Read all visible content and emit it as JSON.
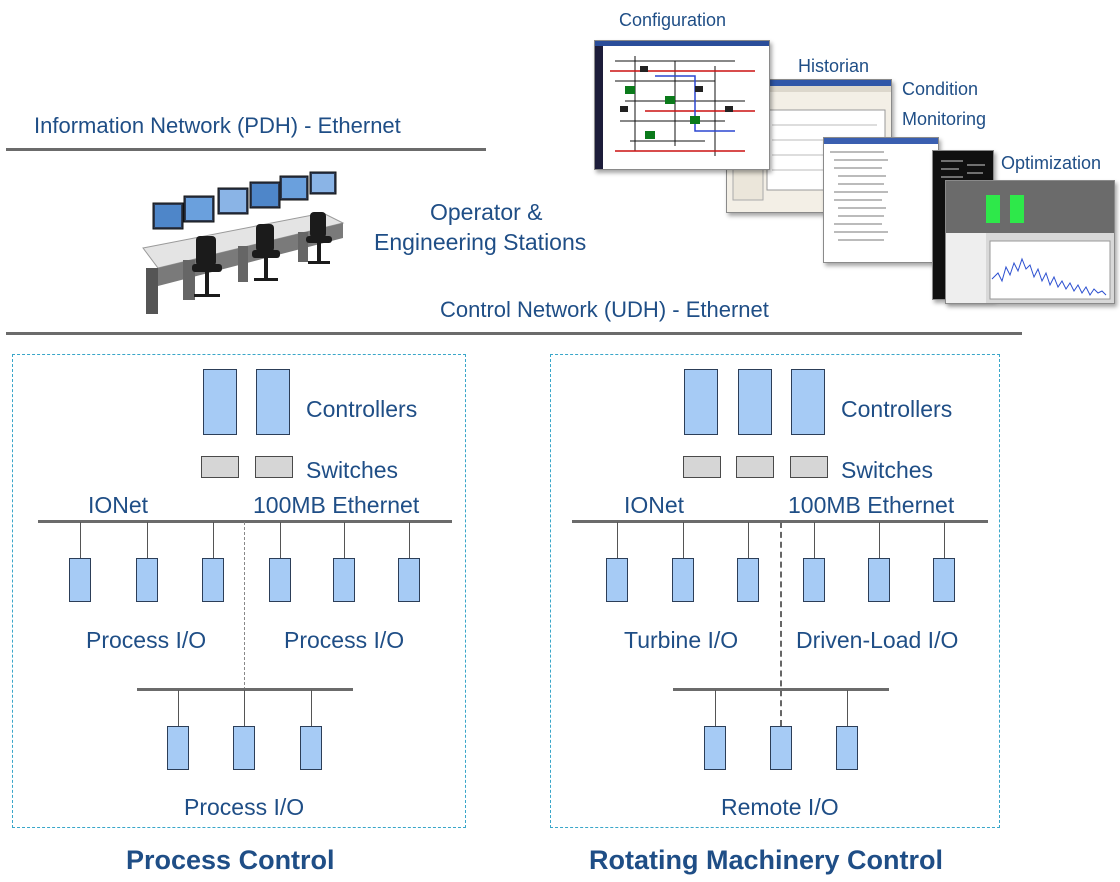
{
  "top_network": {
    "label": "Information Network (PDH) - Ethernet"
  },
  "stations": {
    "line1": "Operator &",
    "line2": "Engineering Stations"
  },
  "control_network": {
    "label": "Control Network (UDH)  - Ethernet"
  },
  "screenshots": {
    "configuration": "Configuration",
    "historian": "Historian",
    "condition_monitoring_1": "Condition",
    "condition_monitoring_2": "Monitoring",
    "optimization": "Optimization"
  },
  "process_panel": {
    "controllers_label": "Controllers",
    "switches_label": "Switches",
    "ionet_label": "IONet",
    "ethernet_label": "100MB Ethernet",
    "io_left_label": "Process I/O",
    "io_right_label": "Process I/O",
    "io_bottom_label": "Process I/O",
    "title": "Process Control"
  },
  "rotating_panel": {
    "controllers_label": "Controllers",
    "switches_label": "Switches",
    "ionet_label": "IONet",
    "ethernet_label": "100MB Ethernet",
    "io_left_label": "Turbine I/O",
    "io_right_label": "Driven-Load I/O",
    "io_bottom_label": "Remote I/O",
    "title": "Rotating Machinery Control"
  },
  "colors": {
    "text": "#1f4e86",
    "device_fill": "#a6cbf5",
    "switch_fill": "#d6d6d6",
    "panel_border": "#3aa6c9",
    "network_line": "#6b6b6b"
  }
}
